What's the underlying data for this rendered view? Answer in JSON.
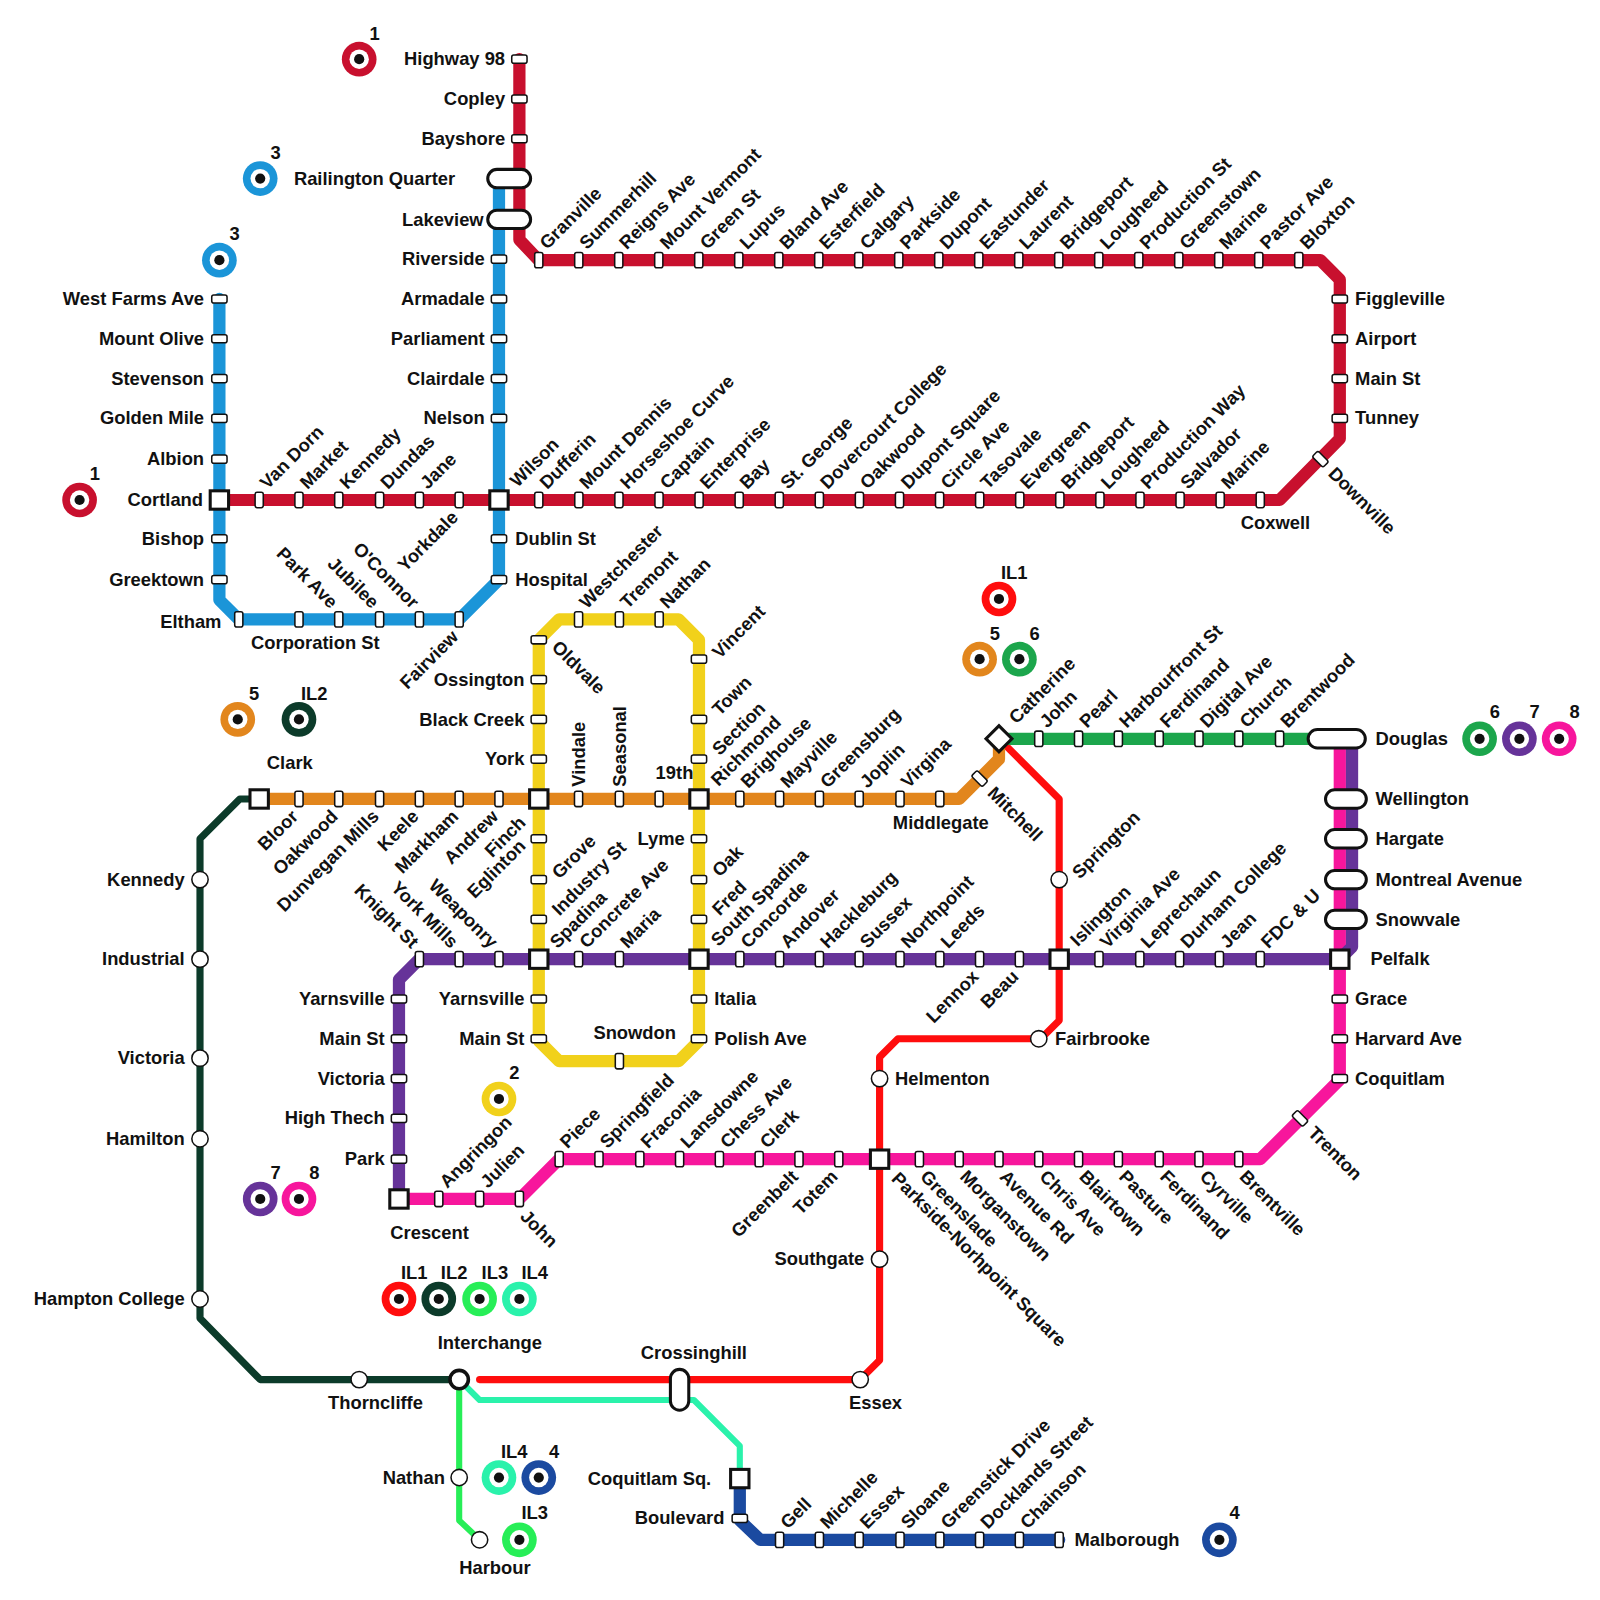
{
  "diagram": {
    "labels": [
      "1",
      "Highway 98",
      "Copley",
      "Bayshore",
      "3",
      "Railington Quarter",
      "Lakeview",
      "3",
      "Riverside",
      "Armadale",
      "Parliament",
      "Clairdale",
      "Nelson",
      "West Farms Ave",
      "Mount Olive",
      "Stevenson",
      "Golden Mile",
      "Albion",
      "1",
      "Cortland",
      "Bishop",
      "Greektown",
      "Dublin St",
      "Hospital",
      "Eltham",
      "Corporation St",
      "Park Ave",
      "Jubilee",
      "O'Connor",
      "Fairview",
      "Van Dorn",
      "Market",
      "Kennedy",
      "Dundas",
      "Jane",
      "Yorkdale",
      "Wilson",
      "Dufferin",
      "Mount Dennis",
      "Horseshoe Curve",
      "Captain",
      "Enterprise",
      "Bay",
      "St. George",
      "Dovercourt College",
      "Oakwood",
      "Dupont Square",
      "Circle Ave",
      "Tasovale",
      "Evergreen",
      "Bridgeport",
      "Lougheed",
      "Production Way",
      "Salvador",
      "Marine",
      "Coxwell",
      "Granville",
      "Summerhill",
      "Reigns Ave",
      "Mount Vermont",
      "Green St",
      "Lupus",
      "Bland Ave",
      "Esterfield",
      "Calgary",
      "Parkside",
      "Dupont",
      "Eastunder",
      "Laurent",
      "Bridgeport",
      "Lougheed",
      "Production St",
      "Greenstown",
      "Marine",
      "Pastor Ave",
      "Bloxton",
      "Figgleville",
      "Airport",
      "Main St",
      "Tunney",
      "Downville",
      "5",
      "IL2",
      "Clark",
      "Bloor",
      "Oakwood",
      "Dunvegan Mills",
      "Keele",
      "Markham",
      "Andrew",
      "Finch",
      "Vindale",
      "Seasonal",
      "19th",
      "Richmond",
      "Brighouse",
      "Mayville",
      "Greensburg",
      "Joplin",
      "Virgina",
      "Middlegate",
      "Mitchell",
      "Westchester",
      "Tremont",
      "Nathan",
      "Oldvale",
      "Vincent",
      "Ossington",
      "Black Creek",
      "York",
      "Town",
      "Section",
      "Eglinton",
      "Grove",
      "Industry St",
      "Lyme",
      "Oak",
      "Fred",
      "Yarnsville",
      "Main St",
      "Snowdon",
      "Italia",
      "Polish Ave",
      "2",
      "Knight St",
      "York Mills",
      "Weaponry",
      "Spadina",
      "Concrete Ave",
      "Maria",
      "South Spadina",
      "Concorde",
      "Andover",
      "Hackleburg",
      "Sussex",
      "Northpoint",
      "Leeds",
      "Lennox",
      "Beau",
      "Islington",
      "Virginia Ave",
      "Leprechaun",
      "Durham College",
      "Jean",
      "FDC & U",
      "Yarnsville",
      "Main St",
      "Victoria",
      "High Thech",
      "Park",
      "Crescent",
      "7",
      "8",
      "IL1",
      "5",
      "6",
      "Catherine",
      "John",
      "Pearl",
      "Harbourfront St",
      "Ferdinand",
      "Digital Ave",
      "Church",
      "Brentwood",
      "Douglas",
      "6",
      "7",
      "8",
      "Wellington",
      "Hargate",
      "Montreal Avenue",
      "Snowvale",
      "Pelfalk",
      "Grace",
      "Harvard Ave",
      "Coquitlam",
      "Trenton",
      "Springton",
      "Fairbrooke",
      "Helmenton",
      "Angringon",
      "Julien",
      "John",
      "Piece",
      "Springfield",
      "Fraconia",
      "Lansdowne",
      "Chess Ave",
      "Clerk",
      "Greenbelt",
      "Totem",
      "Parkside-Norhpoint Square",
      "Greenslade",
      "Morganstown",
      "Avenue Rd",
      "Chris Ave",
      "Blairtown",
      "Pasture",
      "Ferdinand",
      "Cyrville",
      "Brentville",
      "IL1",
      "IL2",
      "IL3",
      "IL4",
      "Interchange",
      "Crossinghill",
      "Southgate",
      "Essex",
      "Kennedy",
      "Industrial",
      "Victoria",
      "Hamilton",
      "Hampton College",
      "Thorncliffe",
      "Nathan",
      "IL4",
      "4",
      "Coquitlam Sq.",
      "Boulevard",
      "IL3",
      "Harbour",
      "Gell",
      "Michelle",
      "Essex",
      "Sloane",
      "Greenstick Drive",
      "Docklands Street",
      "Chainson",
      "Malborough",
      "4"
    ]
  }
}
